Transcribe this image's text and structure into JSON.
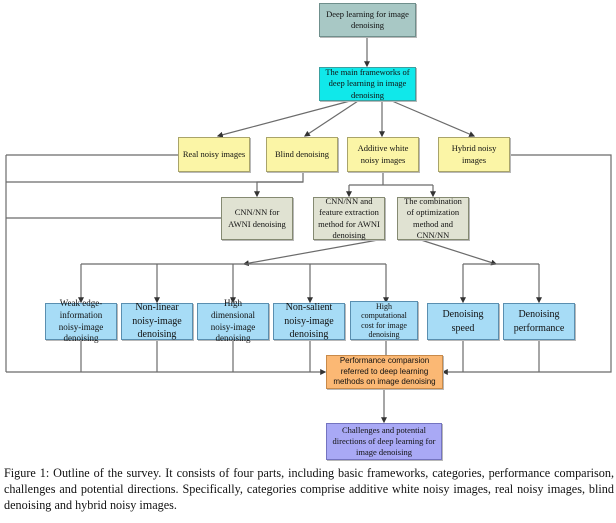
{
  "figure": {
    "nodes": {
      "root": "Deep learning for image denoising",
      "frameworks": "The main frameworks of deep learning in  image denoising",
      "real_noisy": "Real noisy images",
      "blind": "Blind denoising",
      "awni": "Additive white noisy images",
      "hybrid": "Hybrid noisy images",
      "cnn_awni": "CNN/NN for AWNI denoising",
      "cnn_feature": "CNN/NN and feature extraction method for AWNI denoising",
      "combination": "The combination of optimization method and CNN/NN",
      "weak_edge": "Weak edge-information noisy-image denoising",
      "non_linear": "Non-linear noisy-image denoising",
      "high_dim": "High dimensional noisy-image denoising",
      "non_salient": "Non-salient noisy-image denoising",
      "high_cost": "High computational cost for image denoising",
      "speed": "Denoising speed",
      "performance": "Denoising performance",
      "comparison": "Performance comparsion referred to deep learning methods on image denoising",
      "challenges": "Challenges and potential directions of deep learning for image denoising"
    },
    "colors": {
      "root": "#a8c8c5",
      "frameworks": "#10e8ea",
      "category": "#fbf5a6",
      "method": "#e0e2d2",
      "topic": "#a7dcf6",
      "comparison": "#fbb874",
      "challenges": "#a9a9f5"
    },
    "caption": "Figure 1: Outline of the survey. It consists of four parts, including basic frameworks, categories, performance comparison, challenges and potential directions. Specifically, categories comprise additive white noisy images, real noisy images, blind denoising and hybrid noisy images."
  }
}
